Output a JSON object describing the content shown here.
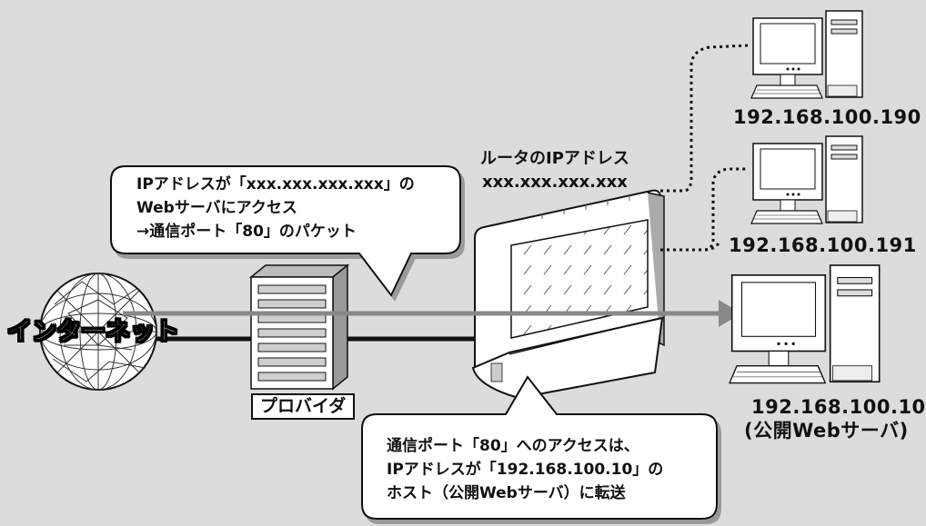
{
  "callout_top": {
    "line1": "IPアドレスが「xxx.xxx.xxx.xxx」の",
    "line2": "Webサーバにアクセス",
    "line3": "→通信ポート「80」のパケット"
  },
  "callout_bottom": {
    "line1": "通信ポート「80」へのアクセスは、",
    "line2": "IPアドレスが「192.168.100.10」の",
    "line3": "ホスト（公開Webサーバ）に転送"
  },
  "router": {
    "label_line1": "ルータのIPアドレス",
    "label_line2": "xxx.xxx.xxx.xxx"
  },
  "internet_label": "インターネット",
  "provider_label": "プロバイダ",
  "hosts": [
    {
      "ip": "192.168.100.190"
    },
    {
      "ip": "192.168.100.191"
    },
    {
      "ip": "192.168.100.10",
      "note": "(公開Webサーバ)"
    }
  ],
  "colors": {
    "background": "#dcdcdc",
    "bubble": "#ffffff",
    "line": "#111111",
    "arrow": "#888888"
  }
}
